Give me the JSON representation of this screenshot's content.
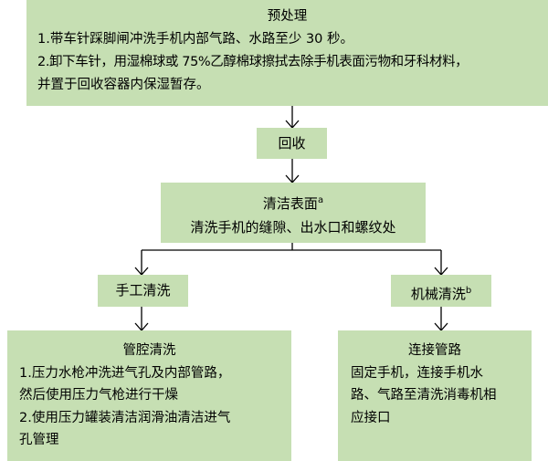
{
  "colors": {
    "box_fill": "#c6dfb3",
    "line": "#000000"
  },
  "pretreatment": {
    "title": "预处理",
    "line1": "1.带车针踩脚闸冲洗手机内部气路、水路至少 30 秒。",
    "line2a": "2.卸下车针，用湿棉球或 75%乙醇棉球擦拭去除手机表面污物和牙科材料，",
    "line2b": "并置于回收容器内保湿暂存。"
  },
  "recycle": {
    "label": "回收"
  },
  "surface": {
    "title": "清洁表面",
    "title_sup": "a",
    "desc": "清洗手机的缝隙、出水口和螺纹处"
  },
  "manual": {
    "label": "手工清洗"
  },
  "machine": {
    "label": "机械清洗",
    "sup": "b"
  },
  "lumen": {
    "title": "管腔清洗",
    "line1": "1.压力水枪冲洗进气孔及内部管路，",
    "line2": "然后使用压力气枪进行干燥",
    "line3": "2.使用压力罐装清洁润滑油清洁进气",
    "line4": "孔管理"
  },
  "connect": {
    "title": "连接管路",
    "line1": "固定手机，连接手机水",
    "line2": "路、气路至清洗消毒机相",
    "line3": "应接口"
  }
}
